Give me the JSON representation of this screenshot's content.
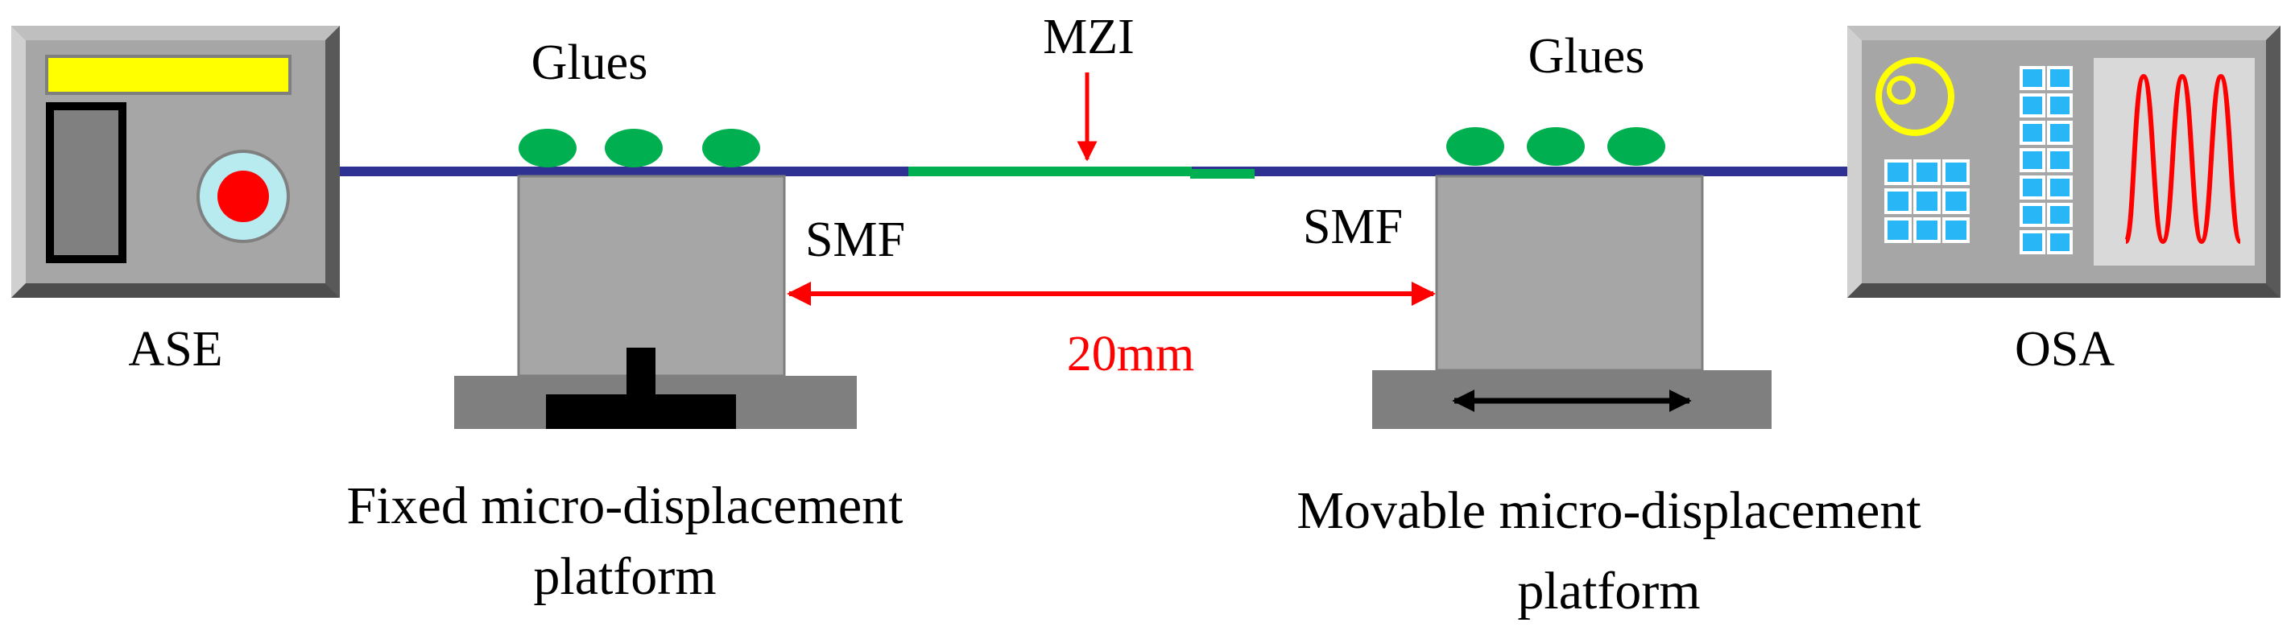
{
  "labels": {
    "source": "ASE",
    "analyzer": "OSA",
    "sensor": "MZI",
    "glues_left": "Glues",
    "glues_right": "Glues",
    "fiber_left": "SMF",
    "fiber_right": "SMF",
    "distance": "20mm",
    "fixed_platform": [
      "Fixed micro-displacement",
      "platform"
    ],
    "movable_platform": [
      "Movable micro-displacement",
      "platform"
    ]
  },
  "colors": {
    "fiber": "#2e3192",
    "mzi_section": "#00b050",
    "glue": "#00b050",
    "dimension_arrow": "#ff0000",
    "distance_text": "#ff0000",
    "instrument_body": "#999999",
    "platform_block": "#a6a6a6",
    "platform_base": "#7f7f7f",
    "ase_display": "#ffff00",
    "ase_button": "#ff0000",
    "osa_dial": "#ffff00",
    "osa_keys": "#29b6f6",
    "osa_trace": "#ff0000"
  },
  "icons": [
    "ase-light-source",
    "osa-analyzer",
    "fixed-stage-clamp",
    "movable-stage-double-arrow"
  ]
}
